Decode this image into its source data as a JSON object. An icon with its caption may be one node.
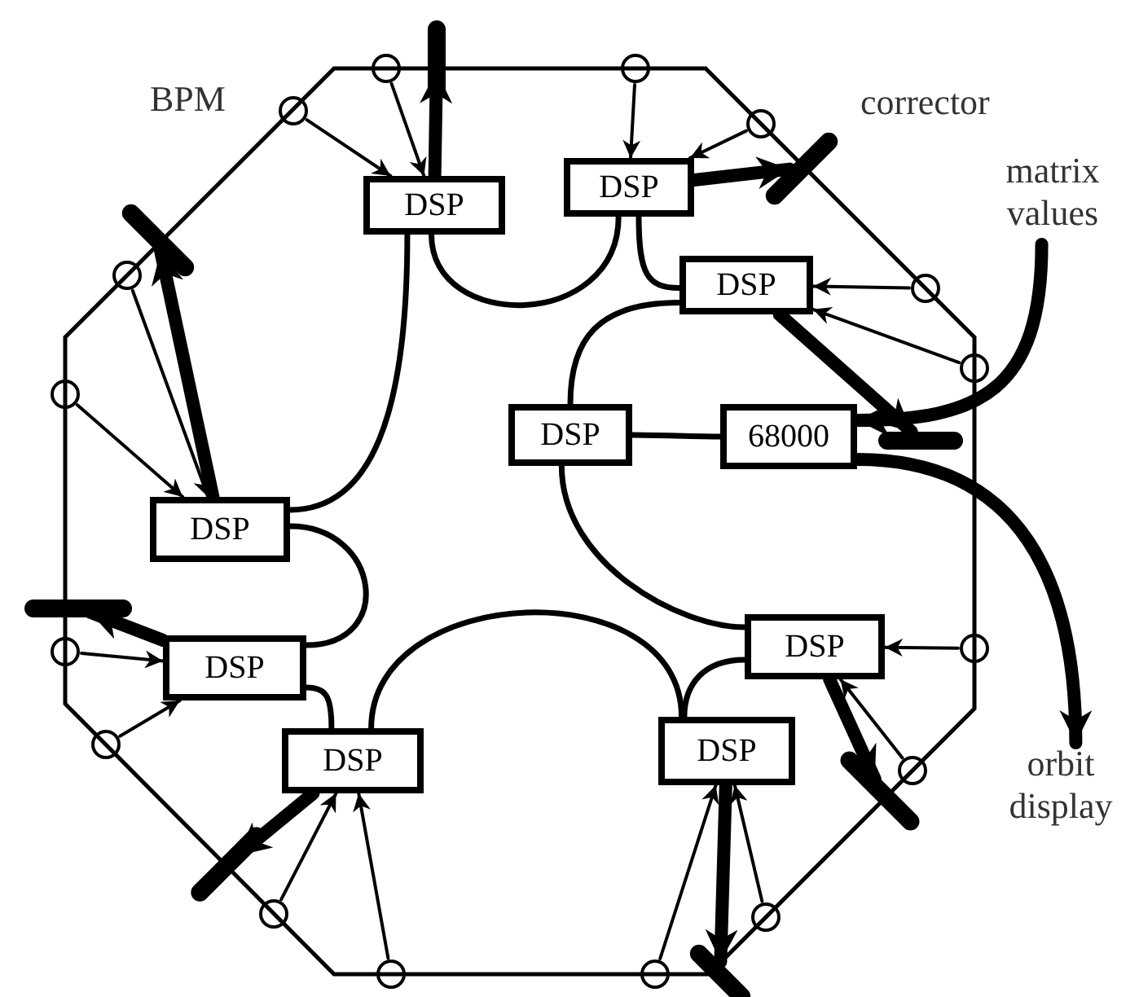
{
  "diagram": {
    "nodes": [
      {
        "text": [
          "matrix values"
        ]
      },
      {
        "text": [
          "orbit display"
        ]
      },
      {
        "text": [
          "DSP"
        ]
      },
      {
        "text": [
          "DSP"
        ]
      },
      {
        "text": [
          "DSP"
        ]
      },
      {
        "text": [
          "DSP"
        ]
      },
      {
        "text": [
          "DSP"
        ]
      },
      {
        "text": [
          "DSP"
        ]
      },
      {
        "text": [
          "DSP"
        ]
      },
      {
        "text": [
          "DSP"
        ]
      },
      {
        "text": [
          "DSP"
        ]
      },
      {
        "text": [
          "68000"
        ]
      },
      {
        "text": [],
        "shape": "circle"
      },
      {
        "text": [],
        "shape": "circle"
      },
      {
        "text": [],
        "shape": "circle"
      },
      {
        "text": [],
        "shape": "circle"
      },
      {
        "text": [],
        "shape": "circle"
      },
      {
        "text": [],
        "shape": "circle"
      },
      {
        "text": [],
        "shape": "circle"
      },
      {
        "text": [],
        "shape": "circle"
      },
      {
        "text": [],
        "shape": "circle"
      },
      {
        "text": [],
        "shape": "circle"
      },
      {
        "text": [],
        "shape": "circle"
      },
      {
        "text": [],
        "shape": "circle"
      },
      {
        "text": [],
        "shape": "circle"
      },
      {
        "text": [],
        "shape": "circle"
      },
      {
        "text": [],
        "shape": "circle"
      },
      {
        "text": [],
        "shape": "circle"
      },
      {
        "text": [],
        "shape": "bar"
      },
      {
        "text": [],
        "shape": "bar"
      },
      {
        "text": [],
        "shape": "bar"
      },
      {
        "text": [],
        "shape": "bar"
      },
      {
        "text": [],
        "shape": "bar"
      },
      {
        "text": [],
        "shape": "bar"
      },
      {
        "text": [],
        "shape": "bar"
      },
      {
        "text": [],
        "shape": "bar"
      }
    ],
    "edges": [
      {
        "from": 2,
        "to": 3,
        "arrow": "none"
      },
      {
        "from": 3,
        "to": 4,
        "arrow": "none"
      },
      {
        "from": 4,
        "to": 5,
        "arrow": "none"
      },
      {
        "from": 5,
        "to": 11,
        "arrow": "none"
      },
      {
        "from": 5,
        "to": 7,
        "arrow": "none"
      },
      {
        "from": 7,
        "to": 10,
        "arrow": "none"
      },
      {
        "from": 10,
        "to": 9,
        "arrow": "none"
      },
      {
        "from": 9,
        "to": 8,
        "arrow": "none"
      },
      {
        "from": 8,
        "to": 6,
        "arrow": "none"
      },
      {
        "from": 6,
        "to": 2,
        "arrow": "none"
      },
      {
        "from": 0,
        "to": 11,
        "arrow": "to",
        "style": "thick"
      },
      {
        "from": 11,
        "to": 1,
        "arrow": "to",
        "style": "thick"
      },
      {
        "from": 12,
        "to": 2,
        "arrow": "to"
      },
      {
        "from": 13,
        "to": 2,
        "arrow": "to"
      },
      {
        "from": 14,
        "to": 3,
        "arrow": "to"
      },
      {
        "from": 15,
        "to": 3,
        "arrow": "to"
      },
      {
        "from": 16,
        "to": 4,
        "arrow": "to"
      },
      {
        "from": 17,
        "to": 4,
        "arrow": "to"
      },
      {
        "from": 18,
        "to": 7,
        "arrow": "to"
      },
      {
        "from": 19,
        "to": 7,
        "arrow": "to"
      },
      {
        "from": 20,
        "to": 10,
        "arrow": "to"
      },
      {
        "from": 21,
        "to": 10,
        "arrow": "to"
      },
      {
        "from": 22,
        "to": 9,
        "arrow": "to"
      },
      {
        "from": 23,
        "to": 9,
        "arrow": "to"
      },
      {
        "from": 24,
        "to": 8,
        "arrow": "to"
      },
      {
        "from": 25,
        "to": 8,
        "arrow": "to"
      },
      {
        "from": 26,
        "to": 6,
        "arrow": "to"
      },
      {
        "from": 27,
        "to": 6,
        "arrow": "to"
      },
      {
        "from": 2,
        "to": 28,
        "arrow": "to",
        "style": "thick"
      },
      {
        "from": 3,
        "to": 29,
        "arrow": "to",
        "style": "thick"
      },
      {
        "from": 4,
        "to": 30,
        "arrow": "to",
        "style": "thick"
      },
      {
        "from": 7,
        "to": 31,
        "arrow": "to",
        "style": "thick"
      },
      {
        "from": 10,
        "to": 32,
        "arrow": "to",
        "style": "thick"
      },
      {
        "from": 9,
        "to": 33,
        "arrow": "to",
        "style": "thick"
      },
      {
        "from": 8,
        "to": 34,
        "arrow": "to",
        "style": "thick"
      },
      {
        "from": 6,
        "to": 35,
        "arrow": "to",
        "style": "thick"
      }
    ],
    "labels": [
      "BPM",
      "corrector"
    ]
  }
}
